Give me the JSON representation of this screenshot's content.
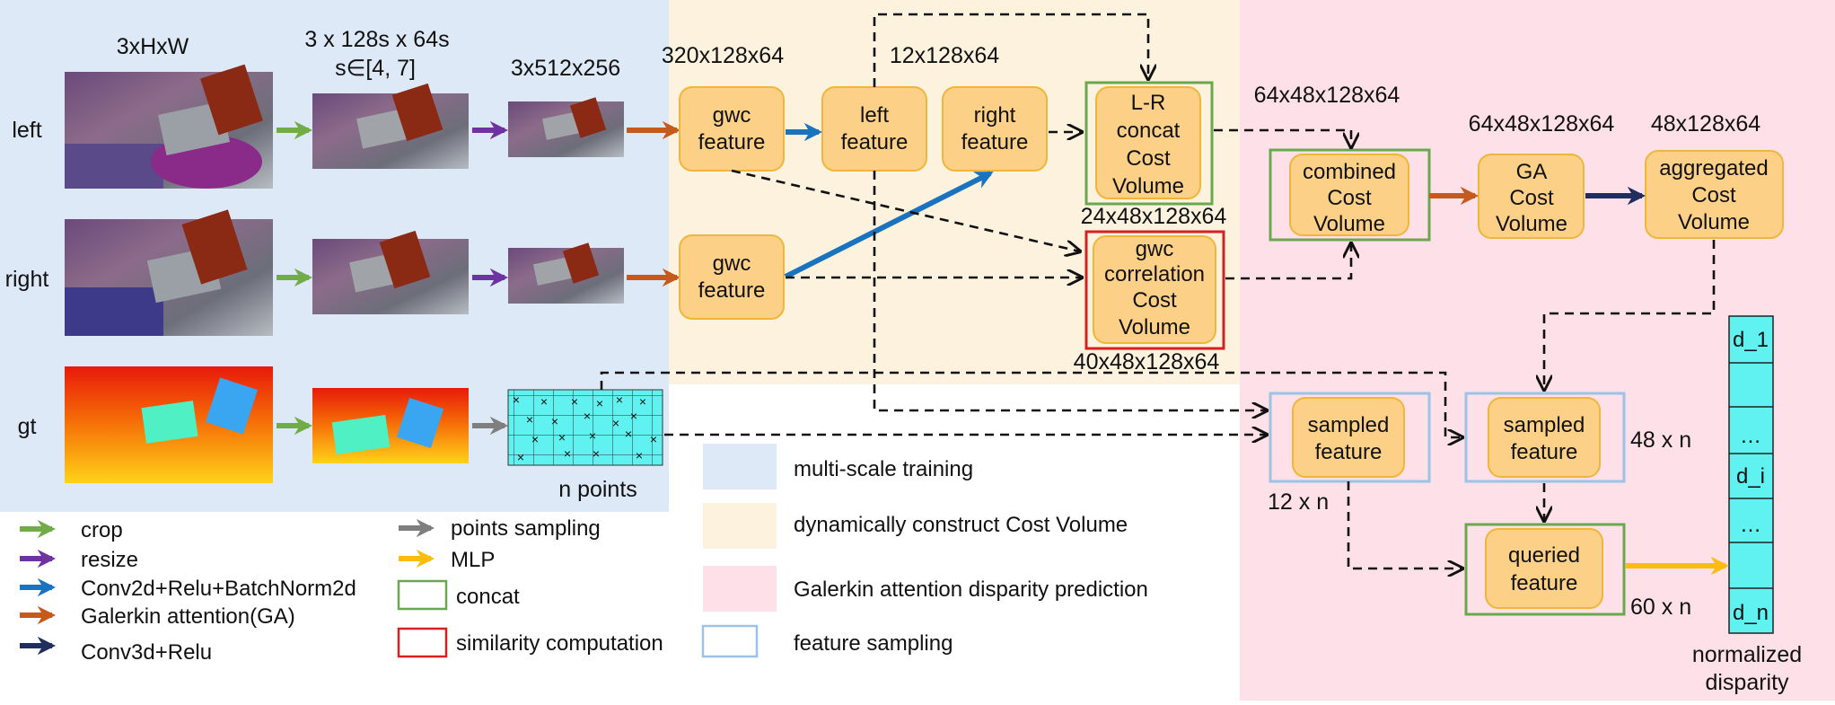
{
  "colors": {
    "crop": "#72ac47",
    "resize": "#6e33a0",
    "conv2d": "#1a73bf",
    "ga": "#c55a1c",
    "conv3d": "#1f2e5e",
    "points": "#7f7f7f",
    "mlp": "#fbbc0d",
    "concat_border": "#6aa84f",
    "similarity_border": "#d82020",
    "sampling_border": "#9cc2e5",
    "region_multiscale": "#dde9f6",
    "region_cost_volume": "#fdf2de",
    "region_galerkin": "#fde0e8",
    "node_fill": "#fcd087",
    "node_border": "#f0b63a",
    "disparity_fill": "#60f2f0"
  },
  "rows": {
    "left": "left",
    "right": "right",
    "gt": "gt"
  },
  "dims": {
    "input": "3xHxW",
    "crop_line1": "3 x 128s x 64s",
    "crop_line2": "s∈[4, 7]",
    "resize": "3x512x256",
    "gwc": "320x128x64",
    "lr": "12x128x64",
    "combined": "64x48x128x64",
    "ga": "64x48x128x64",
    "aggregated": "48x128x64",
    "corr_top": "24x48x128x64",
    "corr_bottom": "40x48x128x64",
    "n_points": "n points",
    "sampled_left": "12 x n",
    "sampled_right": "48 x n",
    "queried": "60 x n"
  },
  "nodes": {
    "gwc_left": [
      "gwc",
      "feature"
    ],
    "gwc_right": [
      "gwc",
      "feature"
    ],
    "left_feature": [
      "left",
      "feature"
    ],
    "right_feature": [
      "right",
      "feature"
    ],
    "lr_concat": [
      "L-R",
      "concat",
      "Cost",
      "Volume"
    ],
    "gwc_corr": [
      "gwc",
      "correlation",
      "Cost",
      "Volume"
    ],
    "combined": [
      "combined",
      "Cost",
      "Volume"
    ],
    "ga_cost": [
      "GA",
      "Cost",
      "Volume"
    ],
    "aggregated": [
      "aggregated",
      "Cost",
      "Volume"
    ],
    "sampled_1": [
      "sampled",
      "feature"
    ],
    "sampled_2": [
      "sampled",
      "feature"
    ],
    "queried": [
      "queried",
      "feature"
    ]
  },
  "disparity": {
    "cells": [
      "d_1",
      "",
      "…",
      "d_i",
      "…",
      "d_n"
    ],
    "caption": [
      "normalized",
      "disparity"
    ]
  },
  "legend": {
    "arrows_col1": [
      "crop",
      "resize",
      "Conv2d+Relu+BatchNorm2d",
      "Galerkin attention(GA)",
      "Conv3d+Relu"
    ],
    "arrows_col2": [
      "points sampling",
      "MLP"
    ],
    "boxes": [
      "concat",
      "similarity computation"
    ],
    "regions": [
      "multi-scale training",
      "dynamically construct Cost Volume",
      "Galerkin attention disparity prediction",
      "feature sampling"
    ]
  }
}
